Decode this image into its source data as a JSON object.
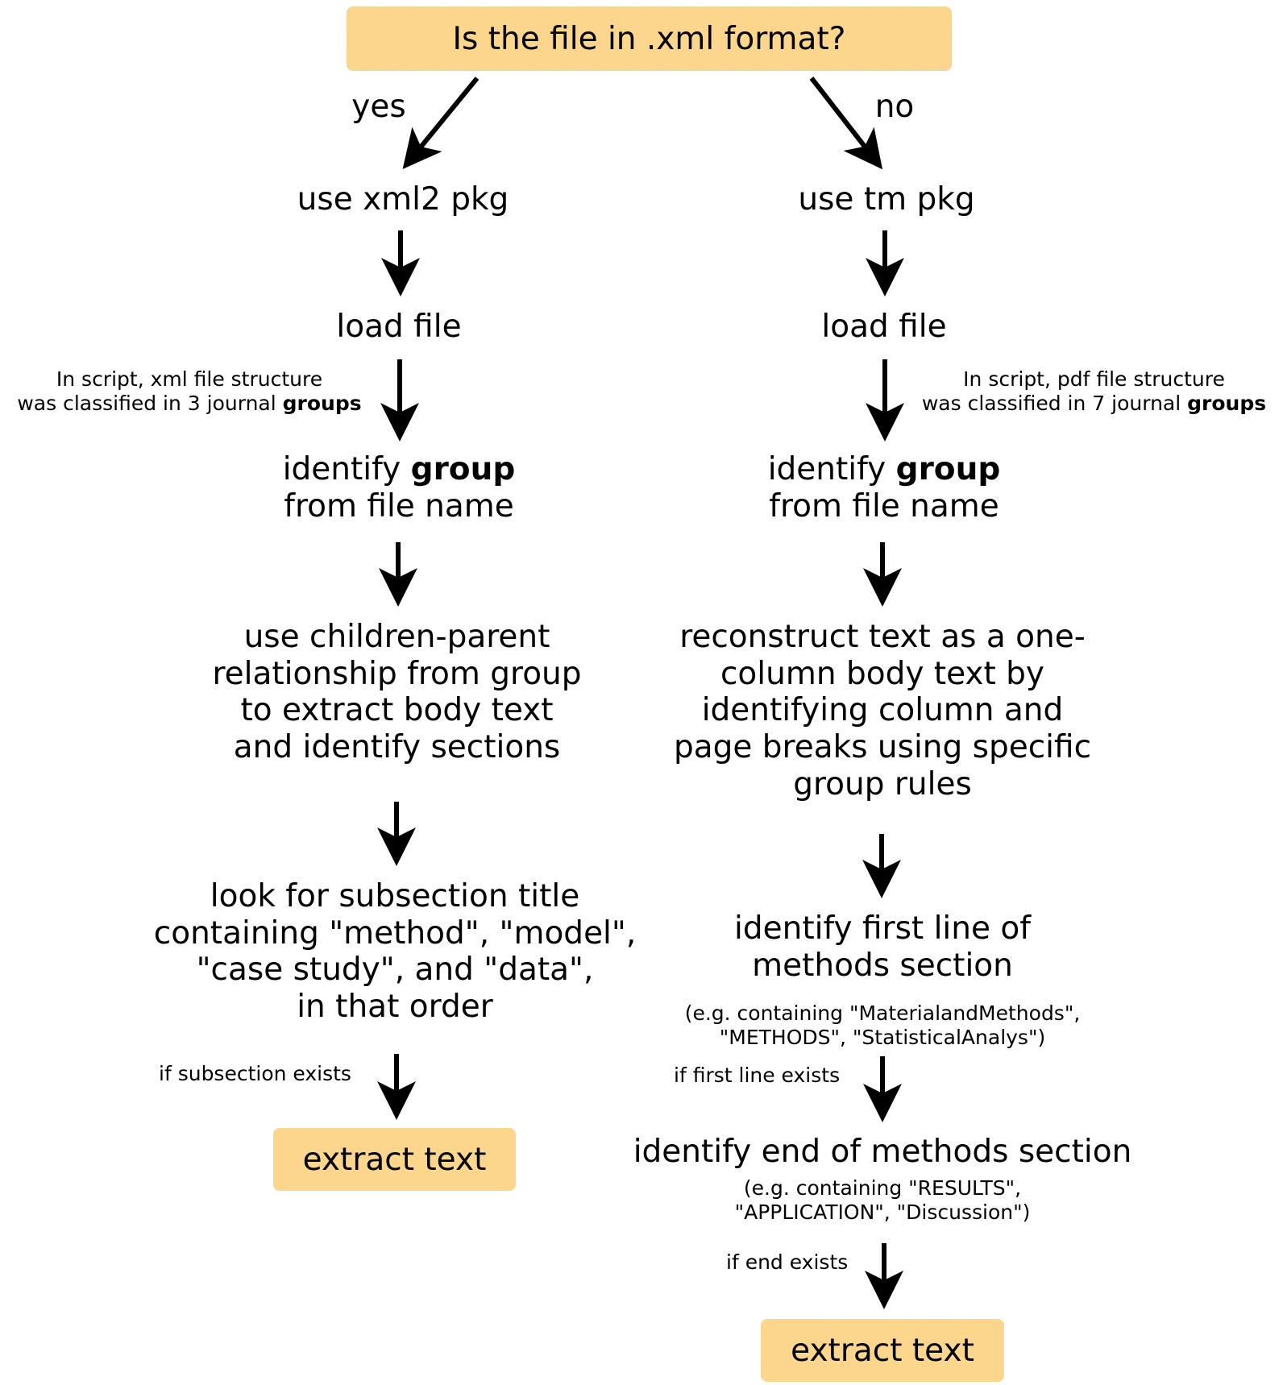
{
  "question": "Is the file in .xml format?",
  "branches": {
    "yes": "yes",
    "no": "no"
  },
  "xml_path": {
    "pkg": "use xml2 pkg",
    "load": "load file",
    "note_line1": "In script, xml file structure",
    "note_line2": "was classified in 3 journal",
    "note_bold": "groups",
    "identify_line1": "identify",
    "identify_bold": "group",
    "identify_line2": "from file name",
    "relationship": [
      "use children-parent",
      "relationship from group",
      "to extract body text",
      "and identify sections"
    ],
    "subsection": [
      "look for subsection title",
      "containing \"method\", \"model\",",
      "\"case study\", and \"data\",",
      "in that order"
    ],
    "condition": "if subsection exists",
    "extract": "extract text"
  },
  "pdf_path": {
    "pkg": "use tm pkg",
    "load": "load file",
    "note_line1": "In script, pdf file structure",
    "note_line2": "was classified in 7 journal",
    "note_bold": "groups",
    "identify_line1": "identify",
    "identify_bold": "group",
    "identify_line2": "from file name",
    "reconstruct": [
      "reconstruct text as a one-",
      "column body text by",
      "identifying column and",
      "page breaks using specific",
      "group rules"
    ],
    "first_line": [
      "identify first line of",
      "methods section"
    ],
    "first_line_examples": [
      "(e.g. containing \"MaterialandMethods\",",
      "\"METHODS\", \"StatisticalAnalys\")"
    ],
    "condition_first": "if first line exists",
    "end_section": "identify end of methods section",
    "end_examples": [
      "(e.g. containing \"RESULTS\",",
      "\"APPLICATION\", \"Discussion\")"
    ],
    "condition_end": "if end exists",
    "extract": "extract text"
  },
  "colors": {
    "box_fill": "#fcd68c",
    "box_border": "#e9d6a8",
    "arrow": "#000000"
  }
}
